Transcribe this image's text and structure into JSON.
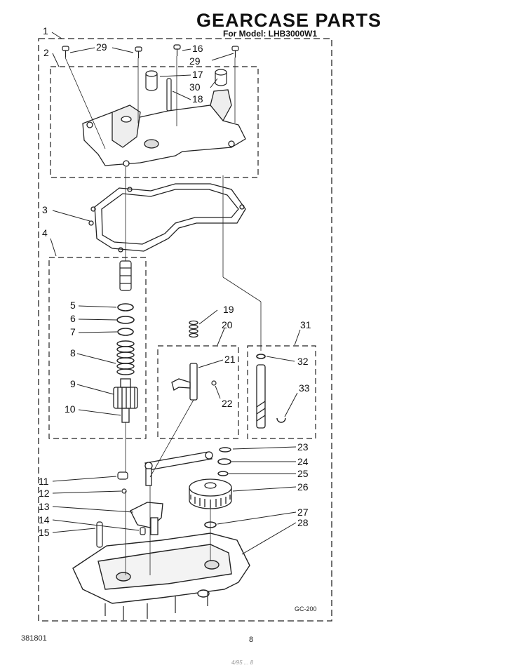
{
  "header": {
    "title": "GEARCASE PARTS",
    "subtitle": "For Model: LHB3000W1"
  },
  "footer": {
    "doc_number": "381801",
    "page_number": "8",
    "figure_code": "GC-200",
    "scribble": "4/95 ... 8"
  },
  "callouts": [
    {
      "id": "c1",
      "label": "1"
    },
    {
      "id": "c2",
      "label": "2"
    },
    {
      "id": "c29a",
      "label": "29"
    },
    {
      "id": "c16",
      "label": "16"
    },
    {
      "id": "c29b",
      "label": "29"
    },
    {
      "id": "c17",
      "label": "17"
    },
    {
      "id": "c30",
      "label": "30"
    },
    {
      "id": "c18",
      "label": "18"
    },
    {
      "id": "c3",
      "label": "3"
    },
    {
      "id": "c4",
      "label": "4"
    },
    {
      "id": "c5",
      "label": "5"
    },
    {
      "id": "c6",
      "label": "6"
    },
    {
      "id": "c7",
      "label": "7"
    },
    {
      "id": "c8",
      "label": "8"
    },
    {
      "id": "c9",
      "label": "9"
    },
    {
      "id": "c10",
      "label": "10"
    },
    {
      "id": "c19",
      "label": "19"
    },
    {
      "id": "c20",
      "label": "20"
    },
    {
      "id": "c21",
      "label": "21"
    },
    {
      "id": "c22",
      "label": "22"
    },
    {
      "id": "c31",
      "label": "31"
    },
    {
      "id": "c32",
      "label": "32"
    },
    {
      "id": "c33",
      "label": "33"
    },
    {
      "id": "c23",
      "label": "23"
    },
    {
      "id": "c24",
      "label": "24"
    },
    {
      "id": "c25",
      "label": "25"
    },
    {
      "id": "c26",
      "label": "26"
    },
    {
      "id": "c27",
      "label": "27"
    },
    {
      "id": "c28",
      "label": "28"
    },
    {
      "id": "c11",
      "label": "11"
    },
    {
      "id": "c12",
      "label": "12"
    },
    {
      "id": "c13",
      "label": "13"
    },
    {
      "id": "c14",
      "label": "14"
    },
    {
      "id": "c15",
      "label": "15"
    }
  ]
}
